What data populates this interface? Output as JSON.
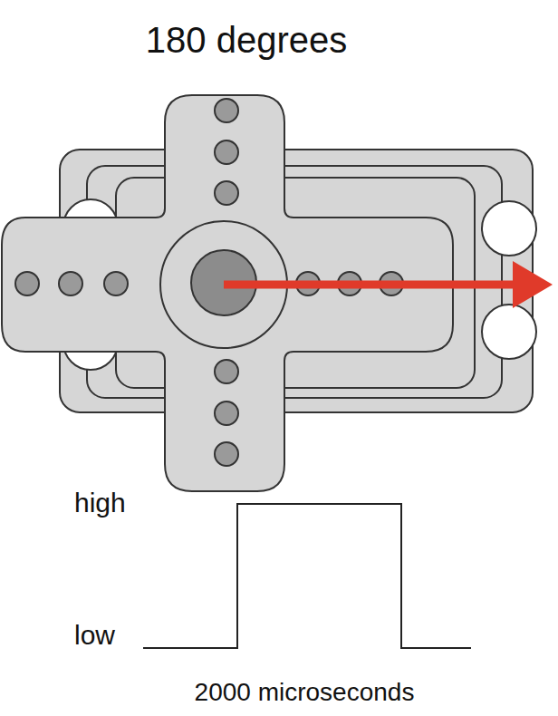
{
  "diagram": {
    "title": "180 degrees",
    "labels": [
      "high",
      "low",
      "2000 microseconds"
    ]
  }
}
